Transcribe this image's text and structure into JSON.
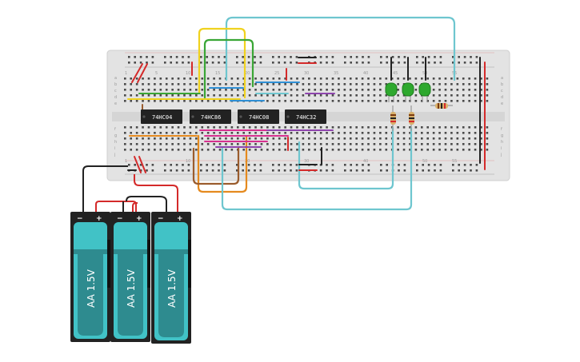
{
  "chips": [
    "74HC04",
    "74HC86",
    "74HC08",
    "74HC32"
  ],
  "row_letters_top": [
    "a",
    "b",
    "c",
    "d",
    "e"
  ],
  "row_letters_bottom": [
    "f",
    "g",
    "h",
    "i",
    "j"
  ],
  "column_numbers": [
    "1",
    "5",
    "10",
    "15",
    "20",
    "25",
    "30",
    "35",
    "40",
    "45",
    "50",
    "55",
    "60"
  ],
  "batteries": [
    {
      "label": "AA 1.5V",
      "minus": "−",
      "plus": "+"
    },
    {
      "label": "AA 1.5V",
      "minus": "−",
      "plus": "+"
    },
    {
      "label": "AA 1.5V",
      "minus": "−",
      "plus": "+"
    }
  ],
  "leds": [
    "green",
    "green",
    "green"
  ],
  "colors": {
    "board": "#e2e2e2",
    "chip": "#222222",
    "battery_teal": "#41c2c6",
    "battery_dark": "#2e8b8f",
    "wire_red": "#d42a2a",
    "wire_black": "#222222",
    "wire_yellow": "#f0d21e",
    "wire_green": "#3aa635",
    "wire_blue": "#2f8fd4",
    "wire_cyan": "#6ec6cf",
    "wire_orange": "#e58a1f",
    "wire_brown": "#9a5c2d",
    "wire_purple": "#8e44ad",
    "wire_pink": "#d6318f",
    "led_green": "#2ea82e"
  }
}
